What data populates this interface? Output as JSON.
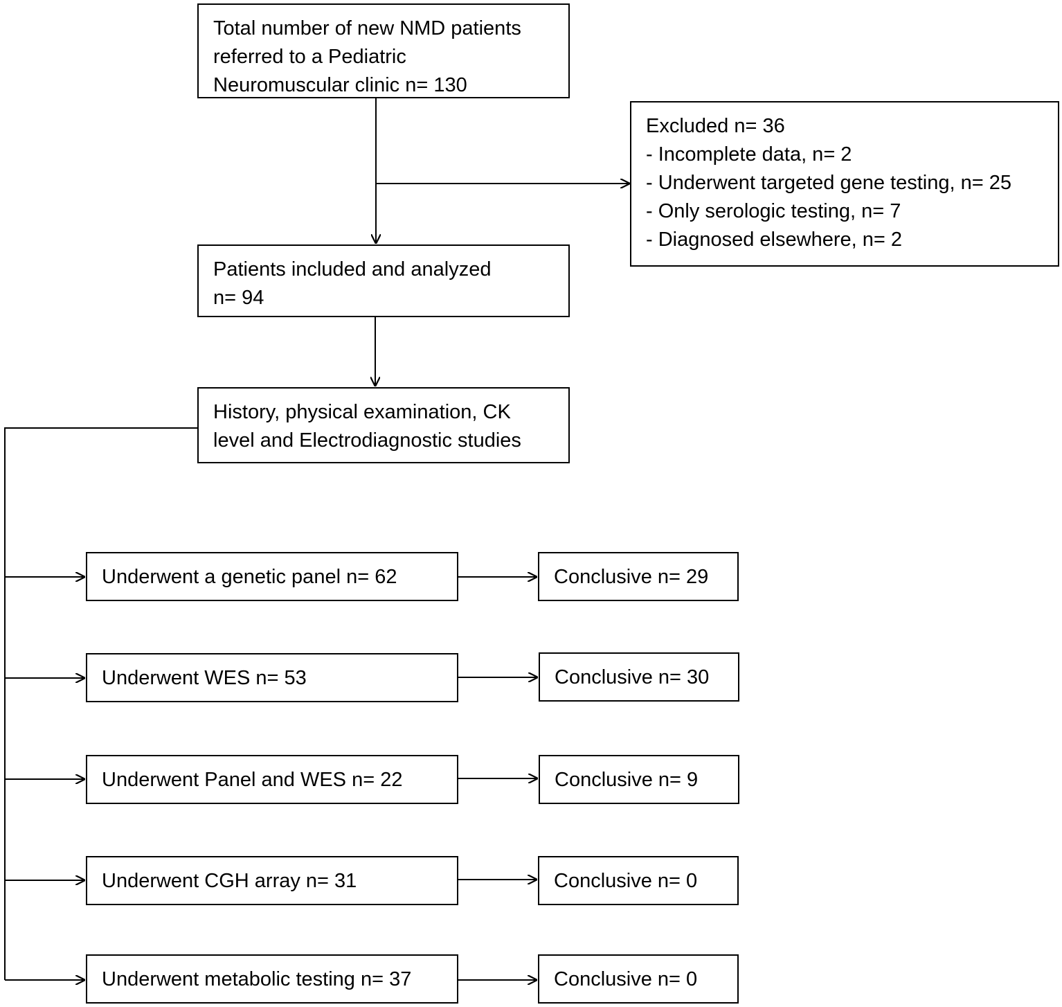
{
  "flow": {
    "referred": {
      "lines": [
        "Total number of new NMD patients",
        "referred to a Pediatric",
        "Neuromuscular clinic n= 130"
      ]
    },
    "excluded": {
      "lines": [
        "Excluded n= 36",
        "- Incomplete data, n= 2",
        "- Underwent targeted gene testing, n= 25",
        "- Only serologic testing, n= 7",
        "- Diagnosed elsewhere, n= 2"
      ]
    },
    "included": {
      "lines": [
        "Patients included and analyzed",
        "n= 94"
      ]
    },
    "workup": {
      "lines": [
        "History, physical examination, CK",
        "level and Electrodiagnostic studies"
      ]
    },
    "tests": [
      {
        "label": "Underwent a genetic panel n= 62",
        "result": "Conclusive n= 29"
      },
      {
        "label": "Underwent WES n= 53",
        "result": "Conclusive n= 30"
      },
      {
        "label": "Underwent Panel and WES n= 22",
        "result": "Conclusive n= 9"
      },
      {
        "label": "Underwent CGH array n= 31",
        "result": "Conclusive n= 0"
      },
      {
        "label": "Underwent metabolic testing n= 37",
        "result": "Conclusive n= 0"
      }
    ]
  }
}
